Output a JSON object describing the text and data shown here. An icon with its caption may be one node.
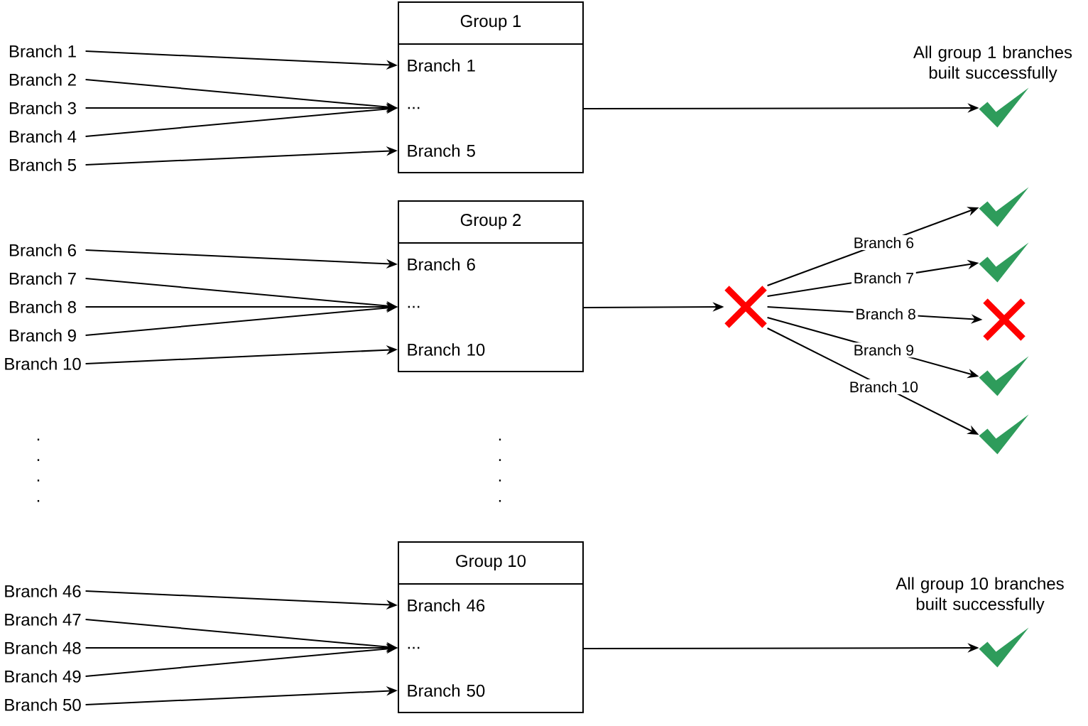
{
  "diagram": {
    "nodes": [
      {
        "text": [
          "Branch 1"
        ]
      },
      {
        "text": [
          "Branch 2"
        ]
      },
      {
        "text": [
          "Branch 3"
        ]
      },
      {
        "text": [
          "Branch 4"
        ]
      },
      {
        "text": [
          "Branch 5"
        ]
      },
      {
        "text": [
          "Group 1"
        ]
      },
      {
        "text": [
          "Branch 1"
        ],
        "in": 5
      },
      {
        "text": [
          "..."
        ],
        "in": 5
      },
      {
        "text": [
          "Branch 5"
        ],
        "in": 5
      },
      {
        "text": [],
        "shape": "checkmark",
        "beside": [
          "All group 1 branches built successfully"
        ]
      },
      {
        "text": [
          "Branch 6"
        ]
      },
      {
        "text": [
          "Branch 7"
        ]
      },
      {
        "text": [
          "Branch 8"
        ]
      },
      {
        "text": [
          "Branch 9"
        ]
      },
      {
        "text": [
          "Branch 10"
        ]
      },
      {
        "text": [
          "Group 2"
        ]
      },
      {
        "text": [
          "Branch 6"
        ],
        "in": 15
      },
      {
        "text": [
          "..."
        ],
        "in": 15
      },
      {
        "text": [
          "Branch 10"
        ],
        "in": 15
      },
      {
        "text": [],
        "shape": "cross"
      },
      {
        "text": [],
        "shape": "checkmark"
      },
      {
        "text": [],
        "shape": "checkmark"
      },
      {
        "text": [],
        "shape": "cross"
      },
      {
        "text": [],
        "shape": "checkmark"
      },
      {
        "text": [],
        "shape": "checkmark"
      },
      {
        "text": [
          "Branch 46"
        ]
      },
      {
        "text": [
          "Branch 47"
        ]
      },
      {
        "text": [
          "Branch 48"
        ]
      },
      {
        "text": [
          "Branch 49"
        ]
      },
      {
        "text": [
          "Branch 50"
        ]
      },
      {
        "text": [
          "Group 10"
        ]
      },
      {
        "text": [
          "Branch 46"
        ],
        "in": 30
      },
      {
        "text": [
          "..."
        ],
        "in": 30
      },
      {
        "text": [
          "Branch 50"
        ],
        "in": 30
      },
      {
        "text": [],
        "shape": "checkmark",
        "beside": [
          "All group 10 branches built successfully"
        ]
      }
    ],
    "edges": [
      {
        "from": 0,
        "to": 6,
        "arrow": "to"
      },
      {
        "from": 1,
        "to": 7,
        "arrow": "to"
      },
      {
        "from": 2,
        "to": 7,
        "arrow": "to"
      },
      {
        "from": 3,
        "to": 7,
        "arrow": "to"
      },
      {
        "from": 4,
        "to": 8,
        "arrow": "to"
      },
      {
        "from": 5,
        "to": 9,
        "arrow": "to"
      },
      {
        "from": 10,
        "to": 16,
        "arrow": "to"
      },
      {
        "from": 11,
        "to": 17,
        "arrow": "to"
      },
      {
        "from": 12,
        "to": 17,
        "arrow": "to"
      },
      {
        "from": 13,
        "to": 17,
        "arrow": "to"
      },
      {
        "from": 14,
        "to": 18,
        "arrow": "to"
      },
      {
        "from": 15,
        "to": 19,
        "arrow": "to"
      },
      {
        "from": 19,
        "to": 20,
        "arrow": "to",
        "label": "Branch 6"
      },
      {
        "from": 19,
        "to": 21,
        "arrow": "to",
        "label": "Branch 7"
      },
      {
        "from": 19,
        "to": 22,
        "arrow": "to",
        "label": "Branch 8"
      },
      {
        "from": 19,
        "to": 23,
        "arrow": "to",
        "label": "Branch 9"
      },
      {
        "from": 19,
        "to": 24,
        "arrow": "to",
        "label": "Branch 10"
      },
      {
        "from": 25,
        "to": 31,
        "arrow": "to"
      },
      {
        "from": 26,
        "to": 32,
        "arrow": "to"
      },
      {
        "from": 27,
        "to": 32,
        "arrow": "to"
      },
      {
        "from": 28,
        "to": 32,
        "arrow": "to"
      },
      {
        "from": 29,
        "to": 33,
        "arrow": "to"
      },
      {
        "from": 30,
        "to": 34,
        "arrow": "to"
      }
    ],
    "labels": [
      ". . . .",
      ". . . ."
    ]
  }
}
